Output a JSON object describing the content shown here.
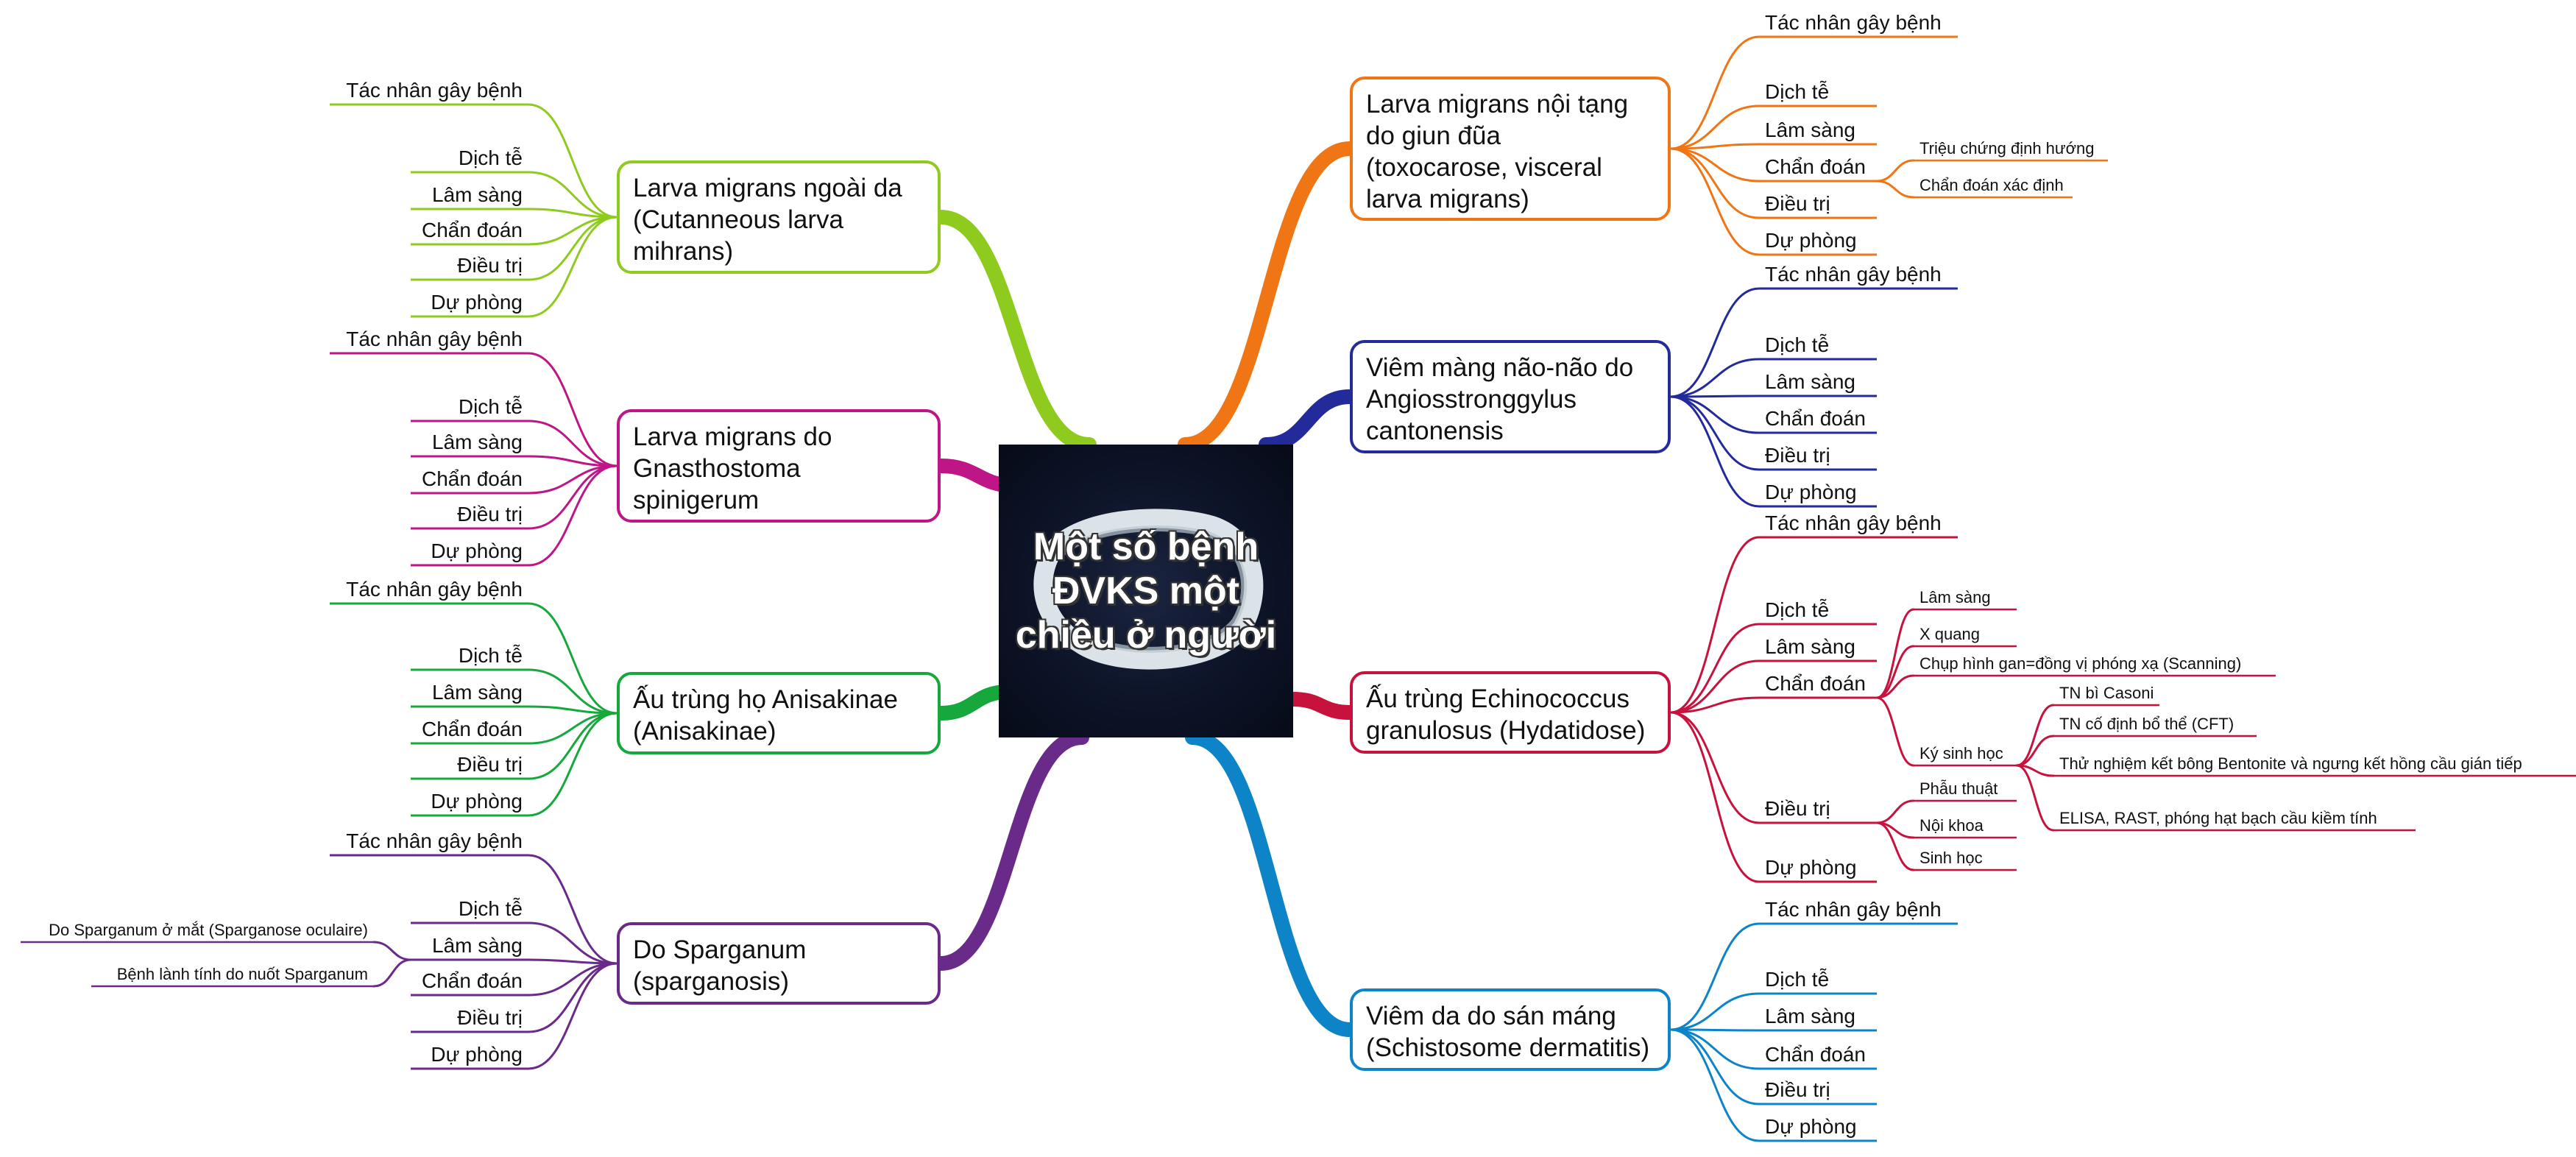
{
  "central_topic": "Một số bệnh ĐVKS một chiều ở người",
  "branches": [
    {
      "id": "left-1",
      "side": "left",
      "color": "#8ecb1e",
      "title_lines": [
        "Larva migrans ngoài da",
        "(Cutanneous larva",
        "mihrans)"
      ],
      "topics": [
        "Tác nhân gây bệnh",
        "Dịch tễ",
        "Lâm sàng",
        "Chẩn đoán",
        "Điều trị",
        "Dự phòng"
      ]
    },
    {
      "id": "left-2",
      "side": "left",
      "color": "#be1687",
      "title_lines": [
        "Larva migrans do",
        "Gnasthostoma",
        "spinigerum"
      ],
      "topics": [
        "Tác nhân gây bệnh",
        "Dịch tễ",
        "Lâm sàng",
        "Chẩn đoán",
        "Điều trị",
        "Dự phòng"
      ]
    },
    {
      "id": "left-3",
      "side": "left",
      "color": "#16a83c",
      "title_lines": [
        "Ấu trùng họ Anisakinae",
        "(Anisakinae)"
      ],
      "topics": [
        "Tác nhân gây bệnh",
        "Dịch tễ",
        "Lâm sàng",
        "Chẩn đoán",
        "Điều trị",
        "Dự phòng"
      ]
    },
    {
      "id": "left-4",
      "side": "left",
      "color": "#6a2a8a",
      "title_lines": [
        "Do Sparganum",
        "(sparganosis)"
      ],
      "topics": [
        "Tác nhân gây bệnh",
        "Dịch tễ",
        "Lâm sàng",
        "Chẩn đoán",
        "Điều trị",
        "Dự phòng"
      ],
      "subtopics": [
        {
          "parent": "Lâm sàng",
          "items": [
            "Do Sparganum ở mắt (Sparganose oculaire)",
            "Bệnh lành tính do nuốt Sparganum"
          ]
        }
      ]
    },
    {
      "id": "right-1",
      "side": "right",
      "color": "#f07515",
      "title_lines": [
        "Larva migrans nội tạng",
        "do giun đũa",
        "(toxocarose, visceral",
        "larva migrans)"
      ],
      "topics": [
        "Tác nhân gây bệnh",
        "Dịch tễ",
        "Lâm sàng",
        "Chẩn đoán",
        "Điều trị",
        "Dự phòng"
      ],
      "subtopics": [
        {
          "parent": "Chẩn đoán",
          "items": [
            "Triệu chứng định hướng",
            "Chẩn đoán xác định"
          ]
        }
      ]
    },
    {
      "id": "right-2",
      "side": "right",
      "color": "#232b9b",
      "title_lines": [
        "Viêm màng não-não do",
        "Angiosstronggylus",
        "cantonensis"
      ],
      "topics": [
        "Tác nhân gây bệnh",
        "Dịch tễ",
        "Lâm sàng",
        "Chẩn đoán",
        "Điều trị",
        "Dự phòng"
      ]
    },
    {
      "id": "right-3",
      "side": "right",
      "color": "#c8123e",
      "title_lines": [
        "Ấu trùng Echinococcus",
        "granulosus (Hydatidose)"
      ],
      "topics": [
        "Tác nhân gây bệnh",
        "Dịch tễ",
        "Lâm sàng",
        "Chẩn đoán",
        "Điều trị",
        "Dự phòng"
      ],
      "subtopics": [
        {
          "parent": "Chẩn đoán",
          "items": [
            "Lâm sàng",
            "X quang",
            "Chụp hình gan=đồng vị phóng xạ (Scanning)",
            "Ký sinh học"
          ]
        },
        {
          "parent": "Ký sinh học",
          "items": [
            "TN bì Casoni",
            "TN cố định bổ thể (CFT)",
            "Thử nghiệm kết bông Bentonite và ngưng kết hồng cầu gián tiếp",
            "ELISA, RAST, phóng hạt bạch cầu kiềm tính"
          ]
        },
        {
          "parent": "Điều trị",
          "items": [
            "Phẫu thuật",
            "Nội khoa",
            "Sinh học"
          ]
        }
      ]
    },
    {
      "id": "right-4",
      "side": "right",
      "color": "#0d84c8",
      "title_lines": [
        "Viêm da do sán máng",
        "(Schistosome dermatitis)"
      ],
      "topics": [
        "Tác nhân gây bệnh",
        "Dịch tễ",
        "Lâm sàng",
        "Chẩn đoán",
        "Điều trị",
        "Dự phòng"
      ]
    }
  ]
}
